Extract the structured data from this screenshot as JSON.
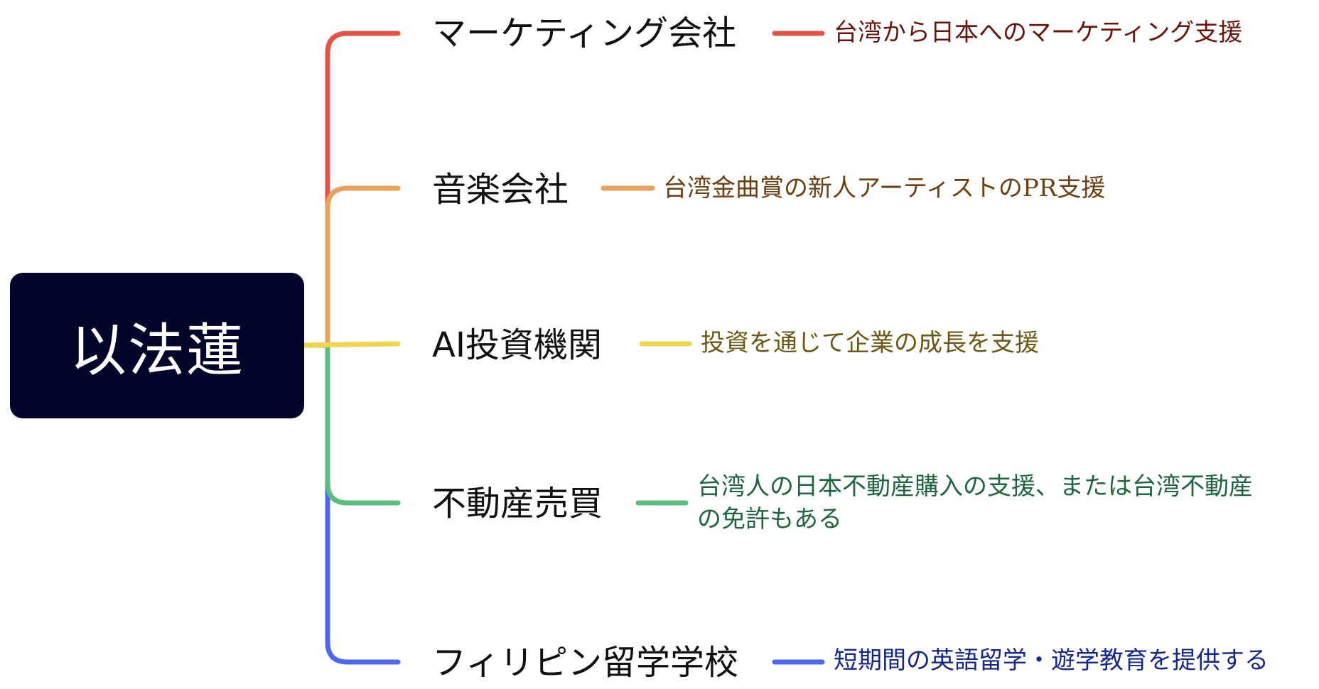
{
  "root": {
    "label": "以法蓮",
    "fill": "#03042a",
    "text_color": "#ffffff"
  },
  "branches": [
    {
      "title": "マーケティング会社",
      "description": "台湾から日本へのマーケティング支援",
      "color": "#e25445",
      "desc_color": "#6b140b"
    },
    {
      "title": "音楽会社",
      "description": "台湾金曲賞の新人アーティストのPR支援",
      "color": "#e8a25d",
      "desc_color": "#6e3f12"
    },
    {
      "title": "AI投資機関",
      "description": "投資を通じて企業の成長を支援",
      "color": "#f1d450",
      "desc_color": "#6c5715"
    },
    {
      "title": "不動産売買",
      "description": "台湾人の日本不動産購入の支援、または台湾不動産の免許もある",
      "color": "#5bbd80",
      "desc_color": "#1f6640"
    },
    {
      "title": "フィリピン留学学校",
      "description": "短期間の英語留学・遊学教育を提供する",
      "color": "#4d67f0",
      "desc_color": "#15278a"
    }
  ]
}
